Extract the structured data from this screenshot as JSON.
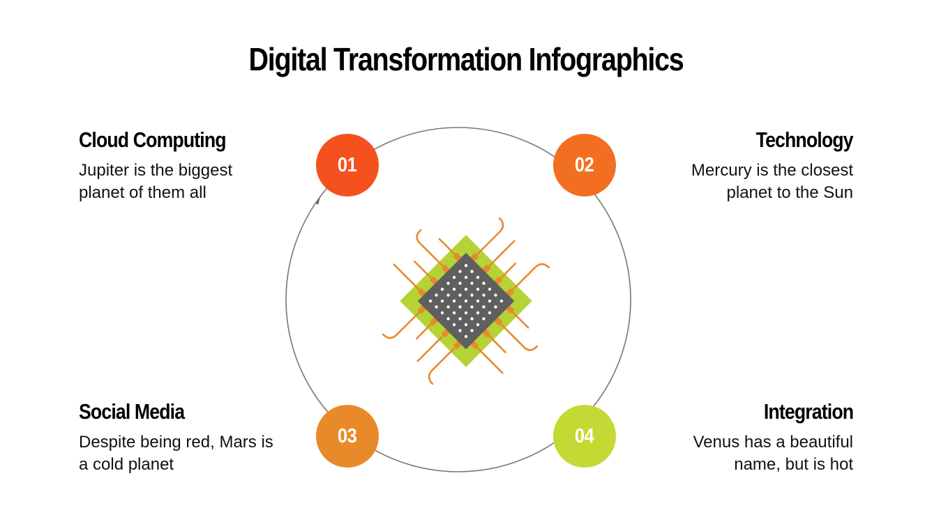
{
  "title": "Digital Transformation Infographics",
  "steps": [
    {
      "number": "01",
      "heading": "Cloud Computing",
      "text": "Jupiter is the biggest planet of them all",
      "color": "#f4511e"
    },
    {
      "number": "02",
      "heading": "Technology",
      "text": "Mercury is the closest planet to the Sun",
      "color": "#f26f22"
    },
    {
      "number": "03",
      "heading": "Social Media",
      "text": "Despite being red, Mars is a cold planet",
      "color": "#e98a2a"
    },
    {
      "number": "04",
      "heading": "Integration",
      "text": "Venus has a beautiful name, but is hot",
      "color": "#c5d935"
    }
  ],
  "diagram": {
    "cycle_direction": "clockwise",
    "center_icon": "microchip-icon",
    "colors": {
      "ring": "#777777",
      "chip_body": "#5f5f5f",
      "chip_base": "#b5d335",
      "chip_pins": "#e8892f",
      "chip_dots": "#ffffff"
    }
  }
}
